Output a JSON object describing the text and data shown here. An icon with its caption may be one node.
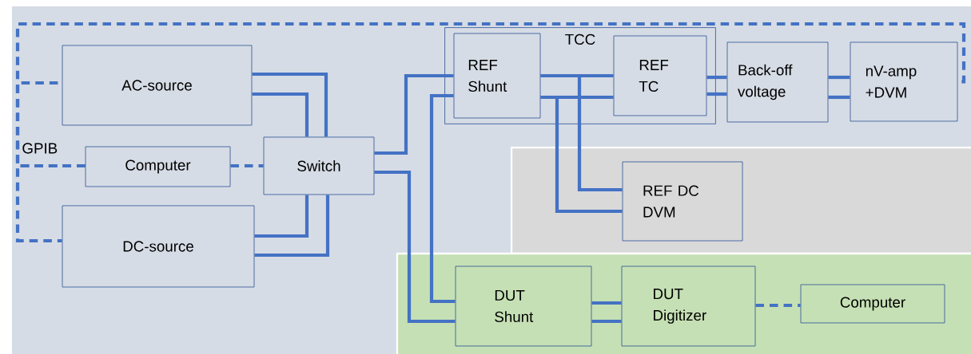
{
  "diagram": {
    "nodes": [
      {
        "text": [
          "AC-source"
        ]
      },
      {
        "text": [
          "Computer"
        ]
      },
      {
        "text": [
          "DC-source"
        ]
      },
      {
        "text": [
          "Switch"
        ]
      },
      {
        "text": [
          "TCC"
        ]
      },
      {
        "text": [
          "REF Shunt"
        ],
        "in": 4
      },
      {
        "text": [
          "REF TC"
        ],
        "in": 4
      },
      {
        "text": [
          "Back-off voltage"
        ]
      },
      {
        "text": [
          "nV-amp +DVM"
        ]
      },
      {
        "text": [
          "REF DC DVM"
        ]
      },
      {
        "text": [
          "DUT Shunt"
        ]
      },
      {
        "text": [
          "DUT Digitizer"
        ]
      },
      {
        "text": [
          "Computer"
        ]
      }
    ],
    "edges": [
      {
        "from": 1,
        "to": 0,
        "arrow": "none",
        "style": "dashed"
      },
      {
        "from": 1,
        "to": 2,
        "arrow": "none",
        "style": "dashed"
      },
      {
        "from": 1,
        "to": 8,
        "arrow": "none",
        "style": "dashed"
      },
      {
        "from": 1,
        "to": 3,
        "arrow": "none",
        "style": "dashed"
      },
      {
        "from": 0,
        "to": 3,
        "arrow": "none"
      },
      {
        "from": 0,
        "to": 3,
        "arrow": "none"
      },
      {
        "from": 2,
        "to": 3,
        "arrow": "none"
      },
      {
        "from": 2,
        "to": 3,
        "arrow": "none"
      },
      {
        "from": 3,
        "to": 5,
        "arrow": "none"
      },
      {
        "from": 3,
        "to": 10,
        "arrow": "none"
      },
      {
        "from": 5,
        "to": 10,
        "arrow": "none"
      },
      {
        "from": 5,
        "to": 6,
        "arrow": "none"
      },
      {
        "from": 5,
        "to": 6,
        "arrow": "none"
      },
      {
        "from": 5,
        "to": 9,
        "arrow": "none"
      },
      {
        "from": 5,
        "to": 9,
        "arrow": "none"
      },
      {
        "from": 6,
        "to": 7,
        "arrow": "none"
      },
      {
        "from": 6,
        "to": 7,
        "arrow": "none"
      },
      {
        "from": 7,
        "to": 8,
        "arrow": "none"
      },
      {
        "from": 7,
        "to": 8,
        "arrow": "none"
      },
      {
        "from": 10,
        "to": 11,
        "arrow": "none"
      },
      {
        "from": 10,
        "to": 11,
        "arrow": "none"
      },
      {
        "from": 11,
        "to": 12,
        "arrow": "none",
        "style": "dashed"
      }
    ],
    "labels": [
      "GPIB"
    ]
  }
}
